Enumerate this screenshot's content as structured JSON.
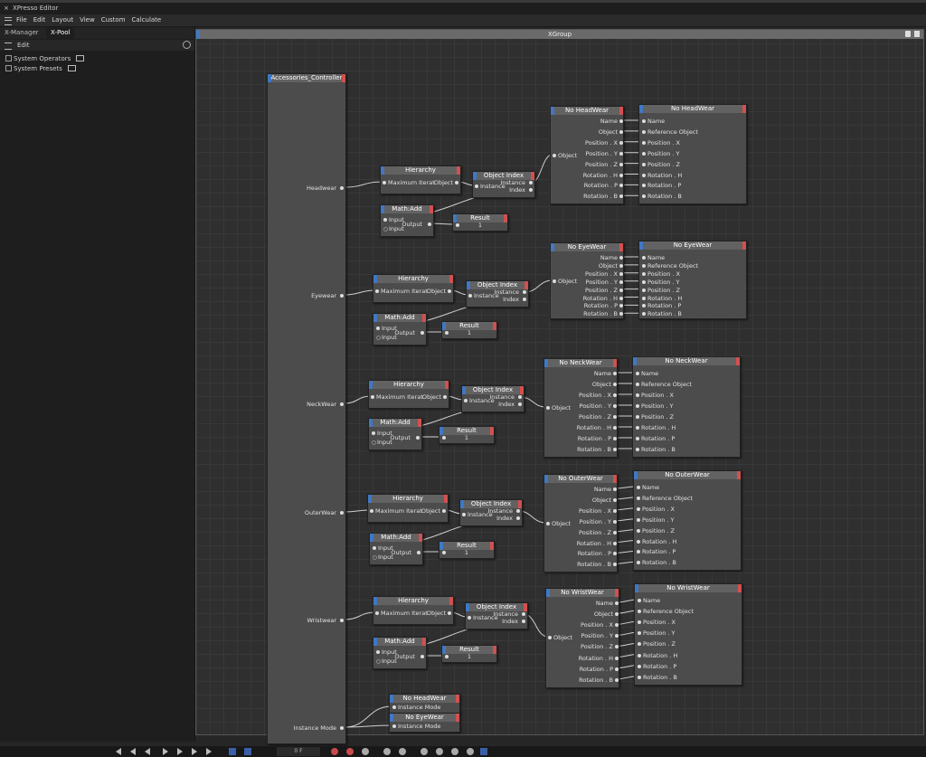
{
  "window": {
    "title": "XPresso Editor",
    "close_glyph": "×"
  },
  "menu": {
    "items": [
      "File",
      "Edit",
      "Layout",
      "View",
      "Custom",
      "Calculate"
    ]
  },
  "left_panel": {
    "tabs": [
      "X-Manager",
      "X-Pool"
    ],
    "active_tab": "X-Pool",
    "edit_label": "Edit",
    "tree": [
      "System Operators",
      "System Presets"
    ]
  },
  "xgroup": {
    "title": "XGroup"
  },
  "controller": {
    "title": "Accessories_Controller",
    "ports": [
      "Headwear",
      "Eyewear",
      "NeckWear",
      "OuterWear",
      "Wristwear",
      "Instance Mode"
    ]
  },
  "labels": {
    "hierarchy": "Hierarchy",
    "max_iter": "Maximum Iterat",
    "object": "Object",
    "object_index": "Object Index",
    "instance": "Instance",
    "index": "Index",
    "mathadd": "Math:Add",
    "input": "Input",
    "output": "Output",
    "result": "Result",
    "result_value": "1",
    "instance_mode": "Instance Mode"
  },
  "object_node_ports_left": [
    "Name",
    "Object",
    "Position . X",
    "Position . Y",
    "Position . Z",
    "Rotation . H",
    "Rotation . P",
    "Rotation . B"
  ],
  "object_node_ports_right": [
    "Name",
    "Reference Object",
    "Position . X",
    "Position . Y",
    "Position . Z",
    "Rotation . H",
    "Rotation . P",
    "Rotation . B"
  ],
  "groups": [
    {
      "name": "No HeadWear"
    },
    {
      "name": "No EyeWear"
    },
    {
      "name": "No NeckWear"
    },
    {
      "name": "No OuterWear"
    },
    {
      "name": "No WristWear"
    }
  ],
  "bottom_nodes": [
    "No HeadWear",
    "No EyeWear"
  ],
  "timeline": {
    "frame_value": "0 F"
  }
}
